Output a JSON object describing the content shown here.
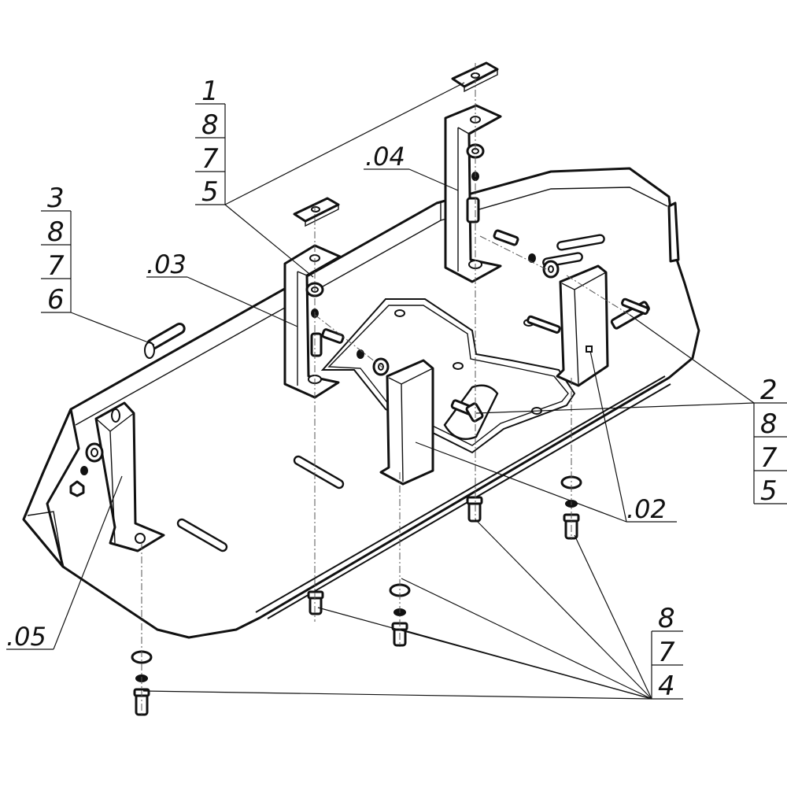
{
  "callouts": {
    "stack_a": [
      "1",
      "8",
      "7",
      "5"
    ],
    "stack_b": [
      "3",
      "8",
      "7",
      "6"
    ],
    "stack_c": [
      "2",
      "8",
      "7",
      "5"
    ],
    "stack_d": [
      "8",
      "7",
      "4"
    ],
    "part_04": ".04",
    "part_03": ".03",
    "part_02": ".02",
    "part_05": ".05"
  }
}
